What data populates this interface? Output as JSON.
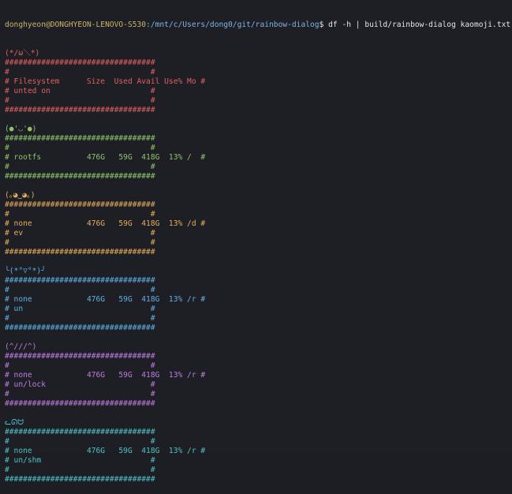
{
  "prompt": {
    "user_host": "donghyeon@DONGHYEON-LENOVO-S530",
    "path": ":/mnt/c/Users/dong0/git/rainbow-dialog",
    "command": "$ df -h | build/rainbow-dialog kaomoji.txt"
  },
  "colors": {
    "red": "#e0605e",
    "green": "#8fc36b",
    "orange": "#e6ad5c",
    "blue": "#5fb0e5",
    "purple": "#c07be0",
    "cyan": "#4fc1c6"
  },
  "blocks": [
    {
      "color": "red",
      "lines": [
        "(*/ω＼*)",
        "#################################",
        "#                               #",
        "# Filesystem      Size  Used Avail Use% Mo #",
        "# unted on                      #",
        "#                               #",
        "#################################"
      ]
    },
    {
      "color": "green",
      "lines": [
        "(●'◡'●)",
        "#################################",
        "#                               #",
        "# rootfs          476G   59G  418G  13% /  #",
        "#                               #",
        "#################################"
      ]
    },
    {
      "color": "orange",
      "lines": [
        "(｡◕‿◕｡)",
        "#################################",
        "#                               #",
        "# none            476G   59G  418G  13% /d #",
        "# ev                            #",
        "#                               #",
        "#################################"
      ]
    },
    {
      "color": "blue",
      "lines": [
        "╰(*°▽°*)╯",
        "#################################",
        "#                               #",
        "# none            476G   59G  418G  13% /r #",
        "# un                            #",
        "#                               #",
        "#################################"
      ]
    },
    {
      "color": "purple",
      "lines": [
        "(^///^)",
        "#################################",
        "#                               #",
        "# none            476G   59G  418G  13% /r #",
        "# un/lock                       #",
        "#                               #",
        "#################################"
      ]
    },
    {
      "color": "cyan",
      "lines": [
        "ᓚᘏᗢ",
        "#################################",
        "#                               #",
        "# none            476G   59G  418G  13% /r #",
        "# un/shm                        #",
        "#                               #",
        "#################################"
      ]
    }
  ]
}
